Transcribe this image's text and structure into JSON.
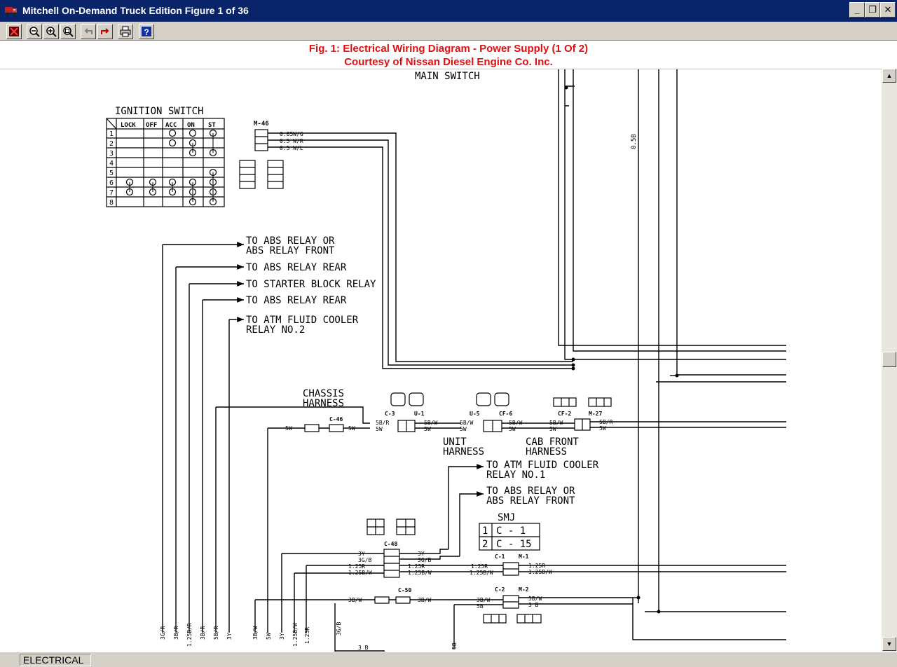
{
  "window": {
    "title": "Mitchell On-Demand Truck Edition  Figure 1 of 36",
    "minimize": "_",
    "restore": "❐",
    "close": "✕"
  },
  "toolbar": {
    "buttons": [
      "exit-icon",
      "zoom-out-icon",
      "zoom-in-icon",
      "zoom-fit-icon",
      "back-icon",
      "forward-icon",
      "print-icon",
      "help-icon"
    ]
  },
  "caption": {
    "line1": "Fig. 1:  Electrical Wiring Diagram - Power Supply (1 Of 2)",
    "line2": "Courtesy of Nissan Diesel Engine Co. Inc."
  },
  "diagram": {
    "main_switch": "MAIN SWITCH",
    "ignition_switch": "IGNITION SWITCH",
    "switch_cols": [
      "LOCK",
      "OFF",
      "ACC",
      "ON",
      "ST"
    ],
    "switch_rows": [
      "1",
      "2",
      "3",
      "4",
      "5",
      "6",
      "7",
      "8"
    ],
    "m46": "M-46",
    "m46_wires": [
      "0.85W/G",
      "0.5 W/R",
      "0.5 W/L"
    ],
    "wire_058": "0.5B",
    "relays": [
      {
        "l1": "TO ABS RELAY OR",
        "l2": "ABS RELAY FRONT"
      },
      {
        "l1": "TO ABS RELAY REAR",
        "l2": ""
      },
      {
        "l1": "TO STARTER BLOCK RELAY",
        "l2": ""
      },
      {
        "l1": "TO ABS RELAY REAR",
        "l2": ""
      },
      {
        "l1": "TO ATM FLUID COOLER",
        "l2": "RELAY NO.2"
      }
    ],
    "chassis_harness": [
      "CHASSIS",
      "HARNESS"
    ],
    "unit_harness": [
      "UNIT",
      "HARNESS"
    ],
    "cab_front_harness": [
      "CAB FRONT",
      "HARNESS"
    ],
    "conn_c3": "C-3",
    "conn_u1": "U-1",
    "conn_u5": "U-5",
    "conn_cf6": "CF-6",
    "conn_cf2": "CF-2",
    "conn_m27": "M-27",
    "conn_c46": "C-46",
    "conn_c48": "C-48",
    "conn_c50": "C-50",
    "conn_c1": "C-1",
    "conn_m1": "M-1",
    "conn_c2": "C-2",
    "conn_m2": "M-2",
    "w_5w": "5W",
    "w_5br": "5B/R",
    "w_5bw": "5B/W",
    "w_3y": "3Y",
    "w_3gb": "3G/B",
    "w_125r": "1.25R",
    "w_125bw": "1.25B/W",
    "w_3bw": "3B/W",
    "w_5b": "5B",
    "w_3b": "3 B",
    "w_3gr": "3G/R",
    "w_125br": "1.25B/R",
    "w_3br": "3B/R",
    "w_5br2": "5B/R",
    "w_125bw2": "1.25B/W",
    "w_125r2": "1.25R",
    "w_3gb2": "3G/B",
    "w_3yw": "3B/W",
    "w_5w2": "5W",
    "w_3y2": "3Y",
    "to_atm1": [
      "TO ATM FLUID COOLER",
      "RELAY NO.1"
    ],
    "to_abs_front": [
      "TO ABS RELAY OR",
      "ABS RELAY FRONT"
    ],
    "smj": "SMJ",
    "smj_rows": [
      {
        "n": "1",
        "v": "C - 1"
      },
      {
        "n": "2",
        "v": "C - 15"
      }
    ]
  },
  "status": {
    "section": "ELECTRICAL"
  }
}
